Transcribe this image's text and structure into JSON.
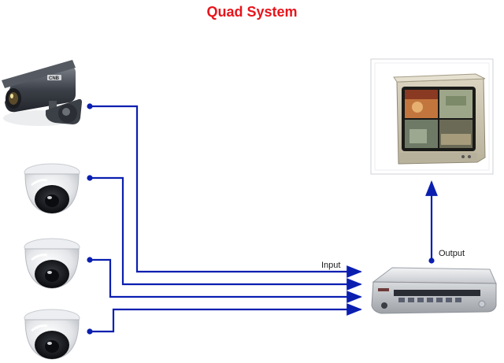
{
  "title": "Quad System",
  "labels": {
    "input": "Input",
    "output": "Output"
  },
  "device_text": {
    "camera_brand": "CNB"
  },
  "colors": {
    "title": "#e8141b",
    "wire": "#0a1fb0",
    "background": "#ffffff"
  },
  "cameras": [
    {
      "type": "bullet-camera"
    },
    {
      "type": "dome-camera"
    },
    {
      "type": "dome-camera"
    },
    {
      "type": "dome-camera"
    }
  ],
  "devices": {
    "recorder": "quad-processor",
    "display": "crt-monitor"
  }
}
